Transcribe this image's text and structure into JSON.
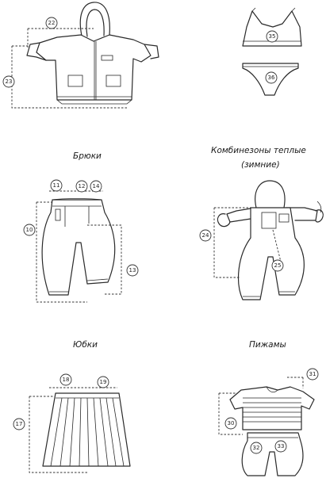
{
  "captions": {
    "pants": "Брюки",
    "overalls_line1": "Комбинезоны теплые",
    "overalls_line2": "(зимние)",
    "skirts": "Юбки",
    "pajamas": "Пижамы"
  },
  "labels": {
    "jacket_shoulder": "22",
    "jacket_length": "23",
    "bra": "35",
    "briefs": "36",
    "pants_waist_a": "11",
    "pants_waist_b": "12",
    "pants_waist_c": "14",
    "pants_side": "10",
    "pants_hip": "13",
    "overall_length": "24",
    "overall_inseam": "25",
    "skirt_waist_a": "18",
    "skirt_waist_b": "19",
    "skirt_length": "17",
    "pajama_top": "31",
    "pajama_length": "30",
    "pajama_leg_a": "32",
    "pajama_leg_b": "33"
  }
}
